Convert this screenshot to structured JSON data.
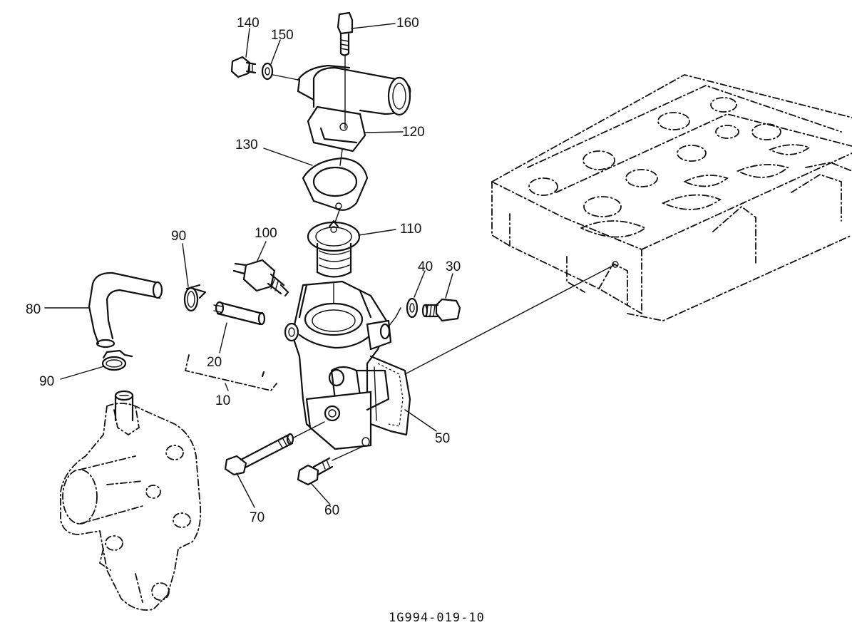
{
  "callouts": {
    "c10": "10",
    "c20": "20",
    "c30": "30",
    "c40": "40",
    "c50": "50",
    "c60": "60",
    "c70": "70",
    "c80": "80",
    "c90a": "90",
    "c90b": "90",
    "c100": "100",
    "c110": "110",
    "c120": "120",
    "c130": "130",
    "c140": "140",
    "c150": "150",
    "c160": "160"
  },
  "drawing_code": "1G994-019-10"
}
